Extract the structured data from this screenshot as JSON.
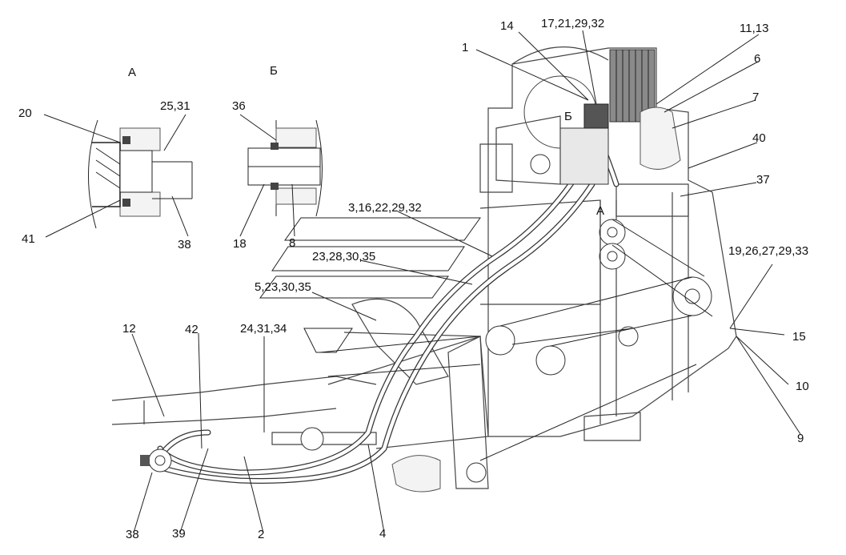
{
  "views": {
    "a_label": "А",
    "b_label": "Б"
  },
  "callouts": [
    {
      "id": "c20",
      "text": "20"
    },
    {
      "id": "c25_31",
      "text": "25,31"
    },
    {
      "id": "c41",
      "text": "41"
    },
    {
      "id": "c38_top",
      "text": "38"
    },
    {
      "id": "c36",
      "text": "36"
    },
    {
      "id": "c18",
      "text": "18"
    },
    {
      "id": "c8",
      "text": "8"
    },
    {
      "id": "c1",
      "text": "1"
    },
    {
      "id": "c14",
      "text": "14"
    },
    {
      "id": "c17_21_29_32",
      "text": "17,21,29,32"
    },
    {
      "id": "c11_13",
      "text": "11,13"
    },
    {
      "id": "c6",
      "text": "6"
    },
    {
      "id": "c7",
      "text": "7"
    },
    {
      "id": "c40",
      "text": "40"
    },
    {
      "id": "c37",
      "text": "37"
    },
    {
      "id": "c3_16_22_29_32",
      "text": "3,16,22,29,32"
    },
    {
      "id": "c23_28_30_35",
      "text": "23,28,30,35"
    },
    {
      "id": "c5_23_30_35",
      "text": "5,23,30,35"
    },
    {
      "id": "c19_26_27_29_33",
      "text": "19,26,27,29,33"
    },
    {
      "id": "c15",
      "text": "15"
    },
    {
      "id": "c10",
      "text": "10"
    },
    {
      "id": "c9",
      "text": "9"
    },
    {
      "id": "c12",
      "text": "12"
    },
    {
      "id": "c42",
      "text": "42"
    },
    {
      "id": "c24_31_34",
      "text": "24,31,34"
    },
    {
      "id": "c38_bottom",
      "text": "38"
    },
    {
      "id": "c39",
      "text": "39"
    },
    {
      "id": "c2",
      "text": "2"
    },
    {
      "id": "c4",
      "text": "4"
    }
  ],
  "markers": {
    "view_a_arrow": "А",
    "view_b_arrow": "Б"
  }
}
